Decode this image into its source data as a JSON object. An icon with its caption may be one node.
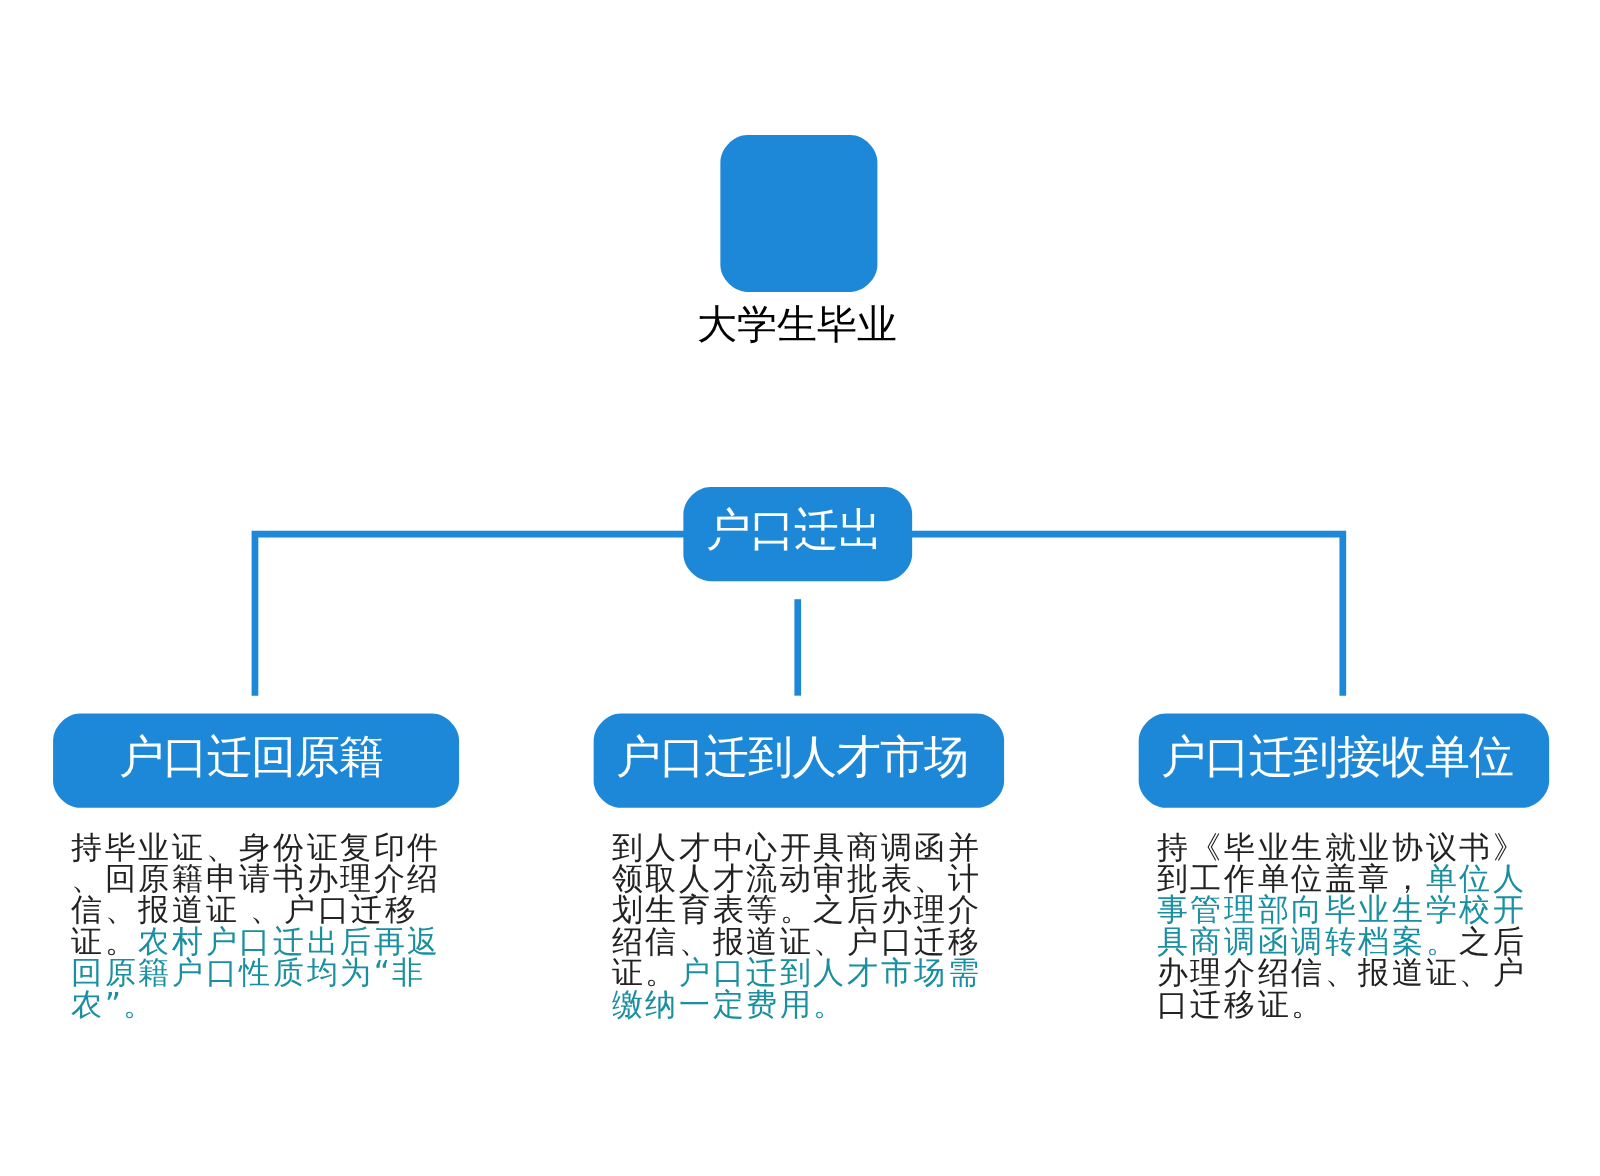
{
  "diagram": {
    "nodes": [
      {
        "text": [
          "大学生毕业"
        ]
      },
      {
        "text": [
          "户口迁出"
        ]
      },
      {
        "text": [
          "户口迁回原籍"
        ],
        "beside": [
          "持毕业证、身份证复印件、回原籍申请书办理介绍信、报道证 、户口迁移证。",
          "农村户口迁出后再返回原籍户口性质均为“非农”。"
        ]
      },
      {
        "text": [
          "户口迁到人才市场"
        ],
        "beside": [
          "到人才中心开具商调函并领取人才流动审批表、计划生育表等。之后办理介绍信、报道证、户口迁移证。",
          "户口迁到人才市场需缴纳一定费用。"
        ]
      },
      {
        "text": [
          "户口迁到接收单位"
        ],
        "beside": [
          "持《毕业生就业协议书》到工作单位盖章，",
          "单位人事管理部向毕业生学校开具商调函调转档案。",
          "之后办理介绍信、报道证、户口迁移证。"
        ]
      }
    ],
    "edges": [
      {
        "from": 1,
        "to": 2,
        "arrow": "none"
      },
      {
        "from": 1,
        "to": 3,
        "arrow": "none"
      },
      {
        "from": 1,
        "to": 4,
        "arrow": "none"
      }
    ]
  }
}
